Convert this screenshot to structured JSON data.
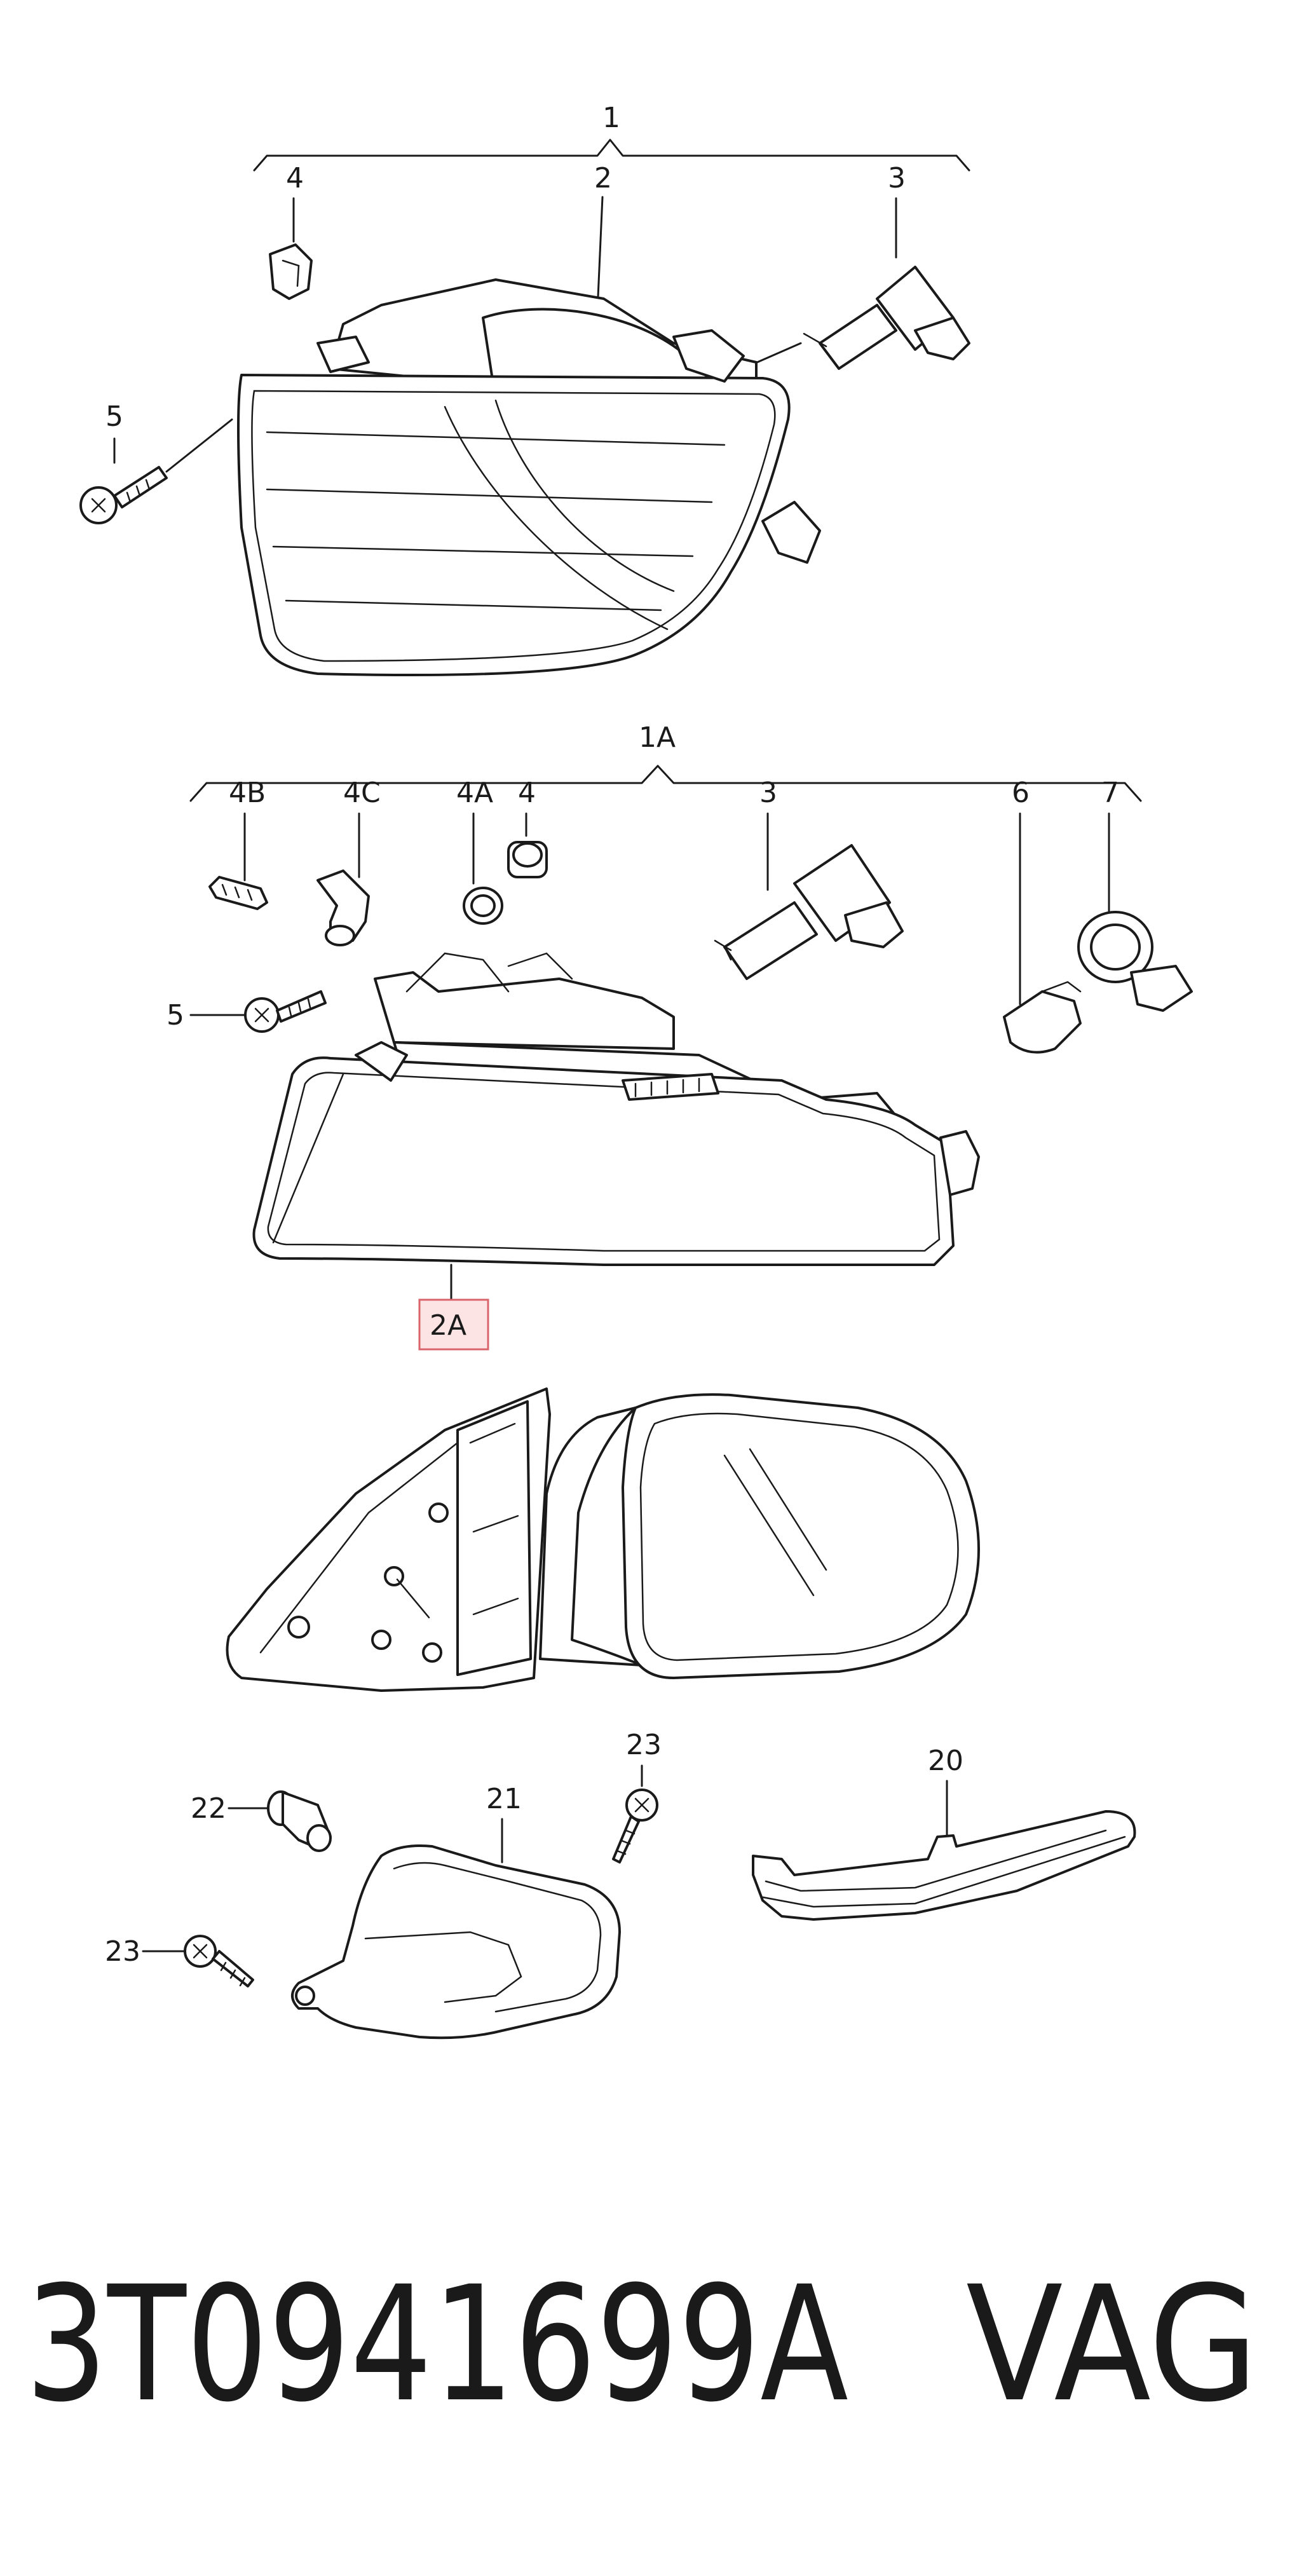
{
  "labels": {
    "l1": "1",
    "l2": "2",
    "l3_top": "3",
    "l4_top": "4",
    "l5_top": "5",
    "l1a": "1A",
    "l4b": "4B",
    "l4c": "4C",
    "l4a": "4A",
    "l4_mid": "4",
    "l3_mid": "3",
    "l6": "6",
    "l7": "7",
    "l5_mid": "5",
    "l2a": "2A",
    "l22": "22",
    "l21": "21",
    "l23_top": "23",
    "l23_bottom": "23",
    "l20": "20"
  },
  "part_number": "3T0941699A",
  "brand": "VAG",
  "colors": {
    "highlight_fill": "#fde4e4",
    "highlight_border": "#d9646b",
    "line": "#1a1a1a"
  }
}
